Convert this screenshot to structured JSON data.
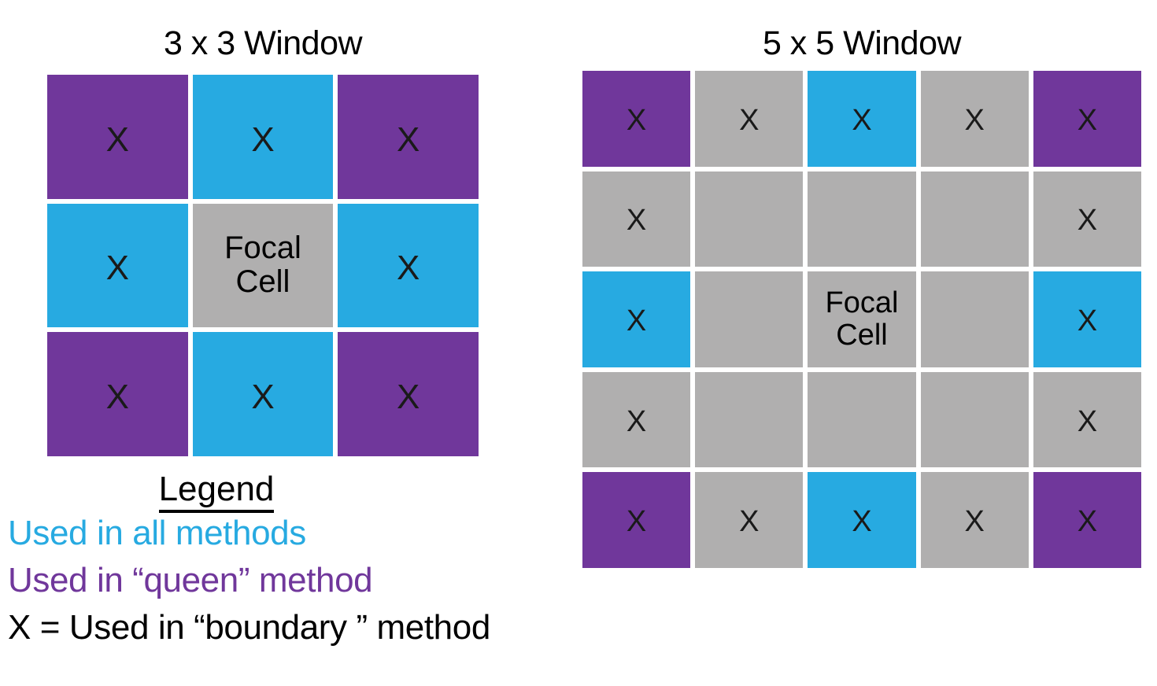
{
  "panels": [
    {
      "id": "3x3",
      "title": "3 x 3 Window",
      "rows": 3,
      "cols": 3,
      "cells": [
        {
          "color": "purple",
          "mark": "X"
        },
        {
          "color": "blue",
          "mark": "X"
        },
        {
          "color": "purple",
          "mark": "X"
        },
        {
          "color": "blue",
          "mark": "X"
        },
        {
          "color": "gray",
          "label": "Focal\nCell"
        },
        {
          "color": "blue",
          "mark": "X"
        },
        {
          "color": "purple",
          "mark": "X"
        },
        {
          "color": "blue",
          "mark": "X"
        },
        {
          "color": "purple",
          "mark": "X"
        }
      ]
    },
    {
      "id": "5x5",
      "title": "5 x 5 Window",
      "rows": 5,
      "cols": 5,
      "cells": [
        {
          "color": "purple",
          "mark": "X"
        },
        {
          "color": "gray",
          "mark": "X"
        },
        {
          "color": "blue",
          "mark": "X"
        },
        {
          "color": "gray",
          "mark": "X"
        },
        {
          "color": "purple",
          "mark": "X"
        },
        {
          "color": "gray",
          "mark": "X"
        },
        {
          "color": "gray",
          "mark": ""
        },
        {
          "color": "gray",
          "mark": ""
        },
        {
          "color": "gray",
          "mark": ""
        },
        {
          "color": "gray",
          "mark": "X"
        },
        {
          "color": "blue",
          "mark": "X"
        },
        {
          "color": "gray",
          "mark": ""
        },
        {
          "color": "gray",
          "label": "Focal\nCell"
        },
        {
          "color": "gray",
          "mark": ""
        },
        {
          "color": "blue",
          "mark": "X"
        },
        {
          "color": "gray",
          "mark": "X"
        },
        {
          "color": "gray",
          "mark": ""
        },
        {
          "color": "gray",
          "mark": ""
        },
        {
          "color": "gray",
          "mark": ""
        },
        {
          "color": "gray",
          "mark": "X"
        },
        {
          "color": "purple",
          "mark": "X"
        },
        {
          "color": "gray",
          "mark": "X"
        },
        {
          "color": "blue",
          "mark": "X"
        },
        {
          "color": "gray",
          "mark": "X"
        },
        {
          "color": "purple",
          "mark": "X"
        }
      ]
    }
  ],
  "legend": {
    "title": "Legend",
    "entries": [
      {
        "text": "Used in all methods",
        "color_key": "blue",
        "color": "#27AAE1"
      },
      {
        "text": "Used in “queen” method",
        "color_key": "purple",
        "color": "#70379B"
      },
      {
        "text": "X = Used in “boundary ” method",
        "color_key": "black",
        "color": "#000000"
      }
    ]
  },
  "palette": {
    "purple": "#70379B",
    "blue": "#27AAE1",
    "gray": "#B0AFAF",
    "black": "#000000",
    "background": "#FFFFFF"
  }
}
